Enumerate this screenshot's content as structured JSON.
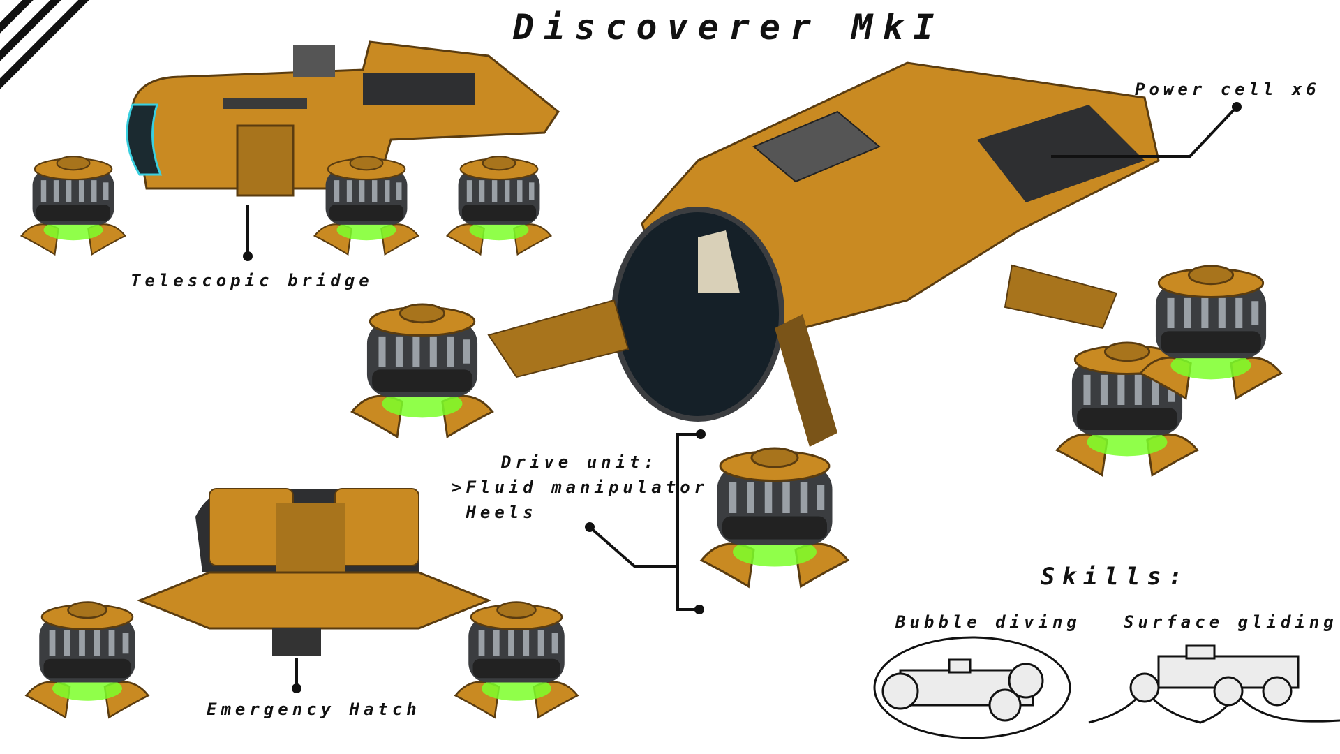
{
  "title": "Discoverer MkI",
  "callouts": {
    "power_cell": "Power cell x6",
    "telescopic_bridge": "Telescopic bridge",
    "drive_unit_line1": "Drive unit:",
    "drive_unit_line2": ">Fluid manipulator",
    "drive_unit_line3": " Heels",
    "emergency_hatch": "Emergency Hatch"
  },
  "skills": {
    "heading": "Skills:",
    "items": [
      {
        "label": "Bubble diving"
      },
      {
        "label": "Surface gliding"
      }
    ]
  },
  "colors": {
    "hull": "#c98a22",
    "hull_dark": "#7a5418",
    "metal": "#3b3d40",
    "glow": "#7dff2a",
    "ink": "#111111"
  }
}
